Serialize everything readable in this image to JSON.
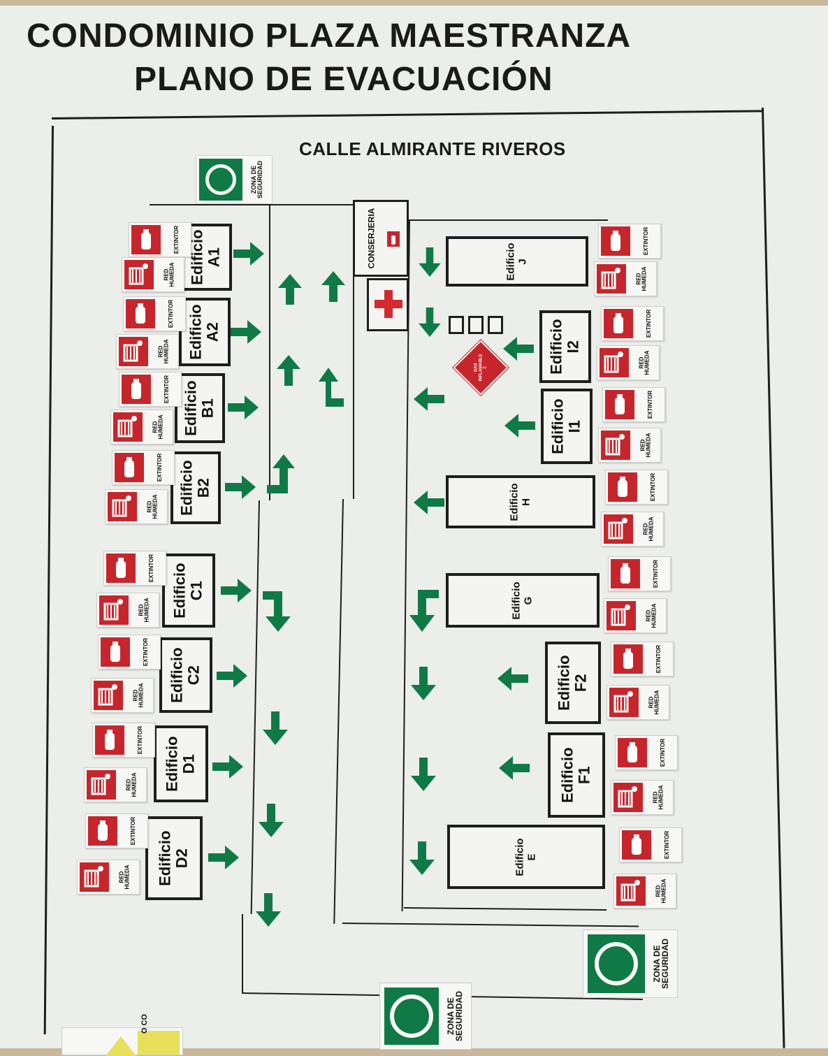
{
  "header": {
    "title_line1": "CONDOMINIO PLAZA MAESTRANZA",
    "title_line2": "PLANO DE EVACUACIÓN",
    "street": "CALLE ALMIRANTE RIVEROS"
  },
  "labels": {
    "edificio": "Edificio",
    "conserjeria": "CONSERJERIA",
    "zona_line1": "ZONA DE",
    "zona_line2": "SEGURIDAD",
    "extintor": "EXTINTOR",
    "red_line1": "RED",
    "red_line2": "HUMEDA",
    "gas_line1": "GAS",
    "gas_line2": "INFLAMABLE",
    "gas_line3": "2",
    "corner_text": "O CO"
  },
  "buildings_left": [
    "A1",
    "A2",
    "B1",
    "B2",
    "C1",
    "C2",
    "D1",
    "D2"
  ],
  "buildings_right_small": [
    "I2",
    "I1",
    "F2",
    "F1"
  ],
  "buildings_right_large": [
    "J",
    "H",
    "G",
    "E"
  ],
  "colors": {
    "arrow_green": "#0f7a45",
    "sign_red": "#c6262b",
    "zone_green": "#0f7a45",
    "line": "#1e1e1e"
  },
  "icons": [
    "fire-extinguisher-icon",
    "fire-hose-icon",
    "evacuation-arrow-icon",
    "first-aid-cross-icon",
    "flammable-gas-diamond-icon",
    "safety-zone-icon"
  ]
}
